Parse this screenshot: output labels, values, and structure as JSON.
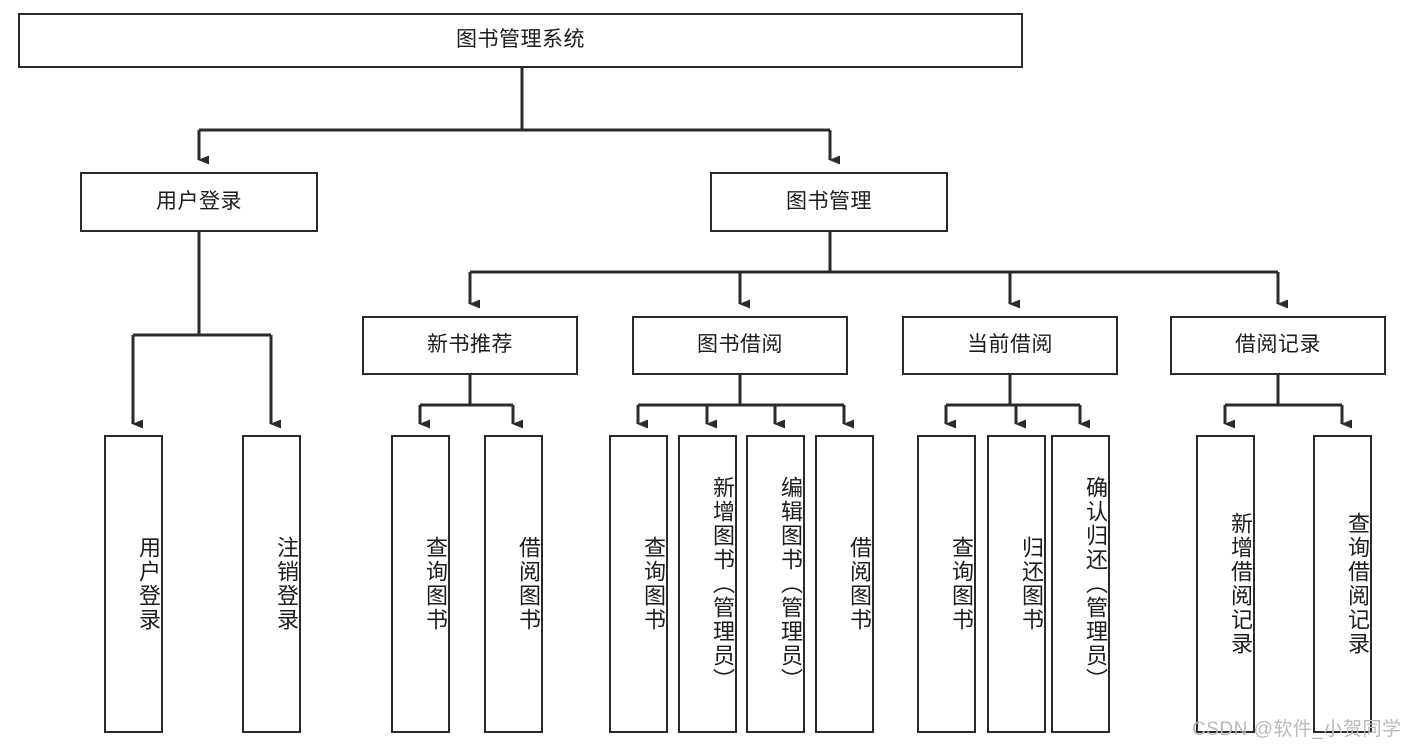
{
  "diagram": {
    "title": "图书管理系统",
    "watermark": "CSDN @软件_小贺同学",
    "style": {
      "stroke": "#2b2b2b",
      "background": "#ffffff",
      "text": "#1d1d1d",
      "watermark_color": "#b9b9b9"
    },
    "root": {
      "label": "图书管理系统"
    },
    "level1": [
      {
        "label": "用户登录"
      },
      {
        "label": "图书管理"
      }
    ],
    "level2": [
      {
        "label": "新书推荐"
      },
      {
        "label": "图书借阅"
      },
      {
        "label": "当前借阅"
      },
      {
        "label": "借阅记录"
      }
    ],
    "leaves": {
      "user_login": [
        {
          "label": "用户登录"
        },
        {
          "label": "注销登录"
        }
      ],
      "new_book_recommend": [
        {
          "label": "查询图书"
        },
        {
          "label": "借阅图书"
        }
      ],
      "book_borrow": [
        {
          "label": "查询图书"
        },
        {
          "label": "新增图书（管理员）"
        },
        {
          "label": "编辑图书（管理员）"
        },
        {
          "label": "借阅图书"
        }
      ],
      "current_borrow": [
        {
          "label": "查询图书"
        },
        {
          "label": "归还图书"
        },
        {
          "label": "确认归还（管理员）"
        }
      ],
      "borrow_record": [
        {
          "label": "新增借阅记录"
        },
        {
          "label": "查询借阅记录"
        }
      ]
    }
  }
}
